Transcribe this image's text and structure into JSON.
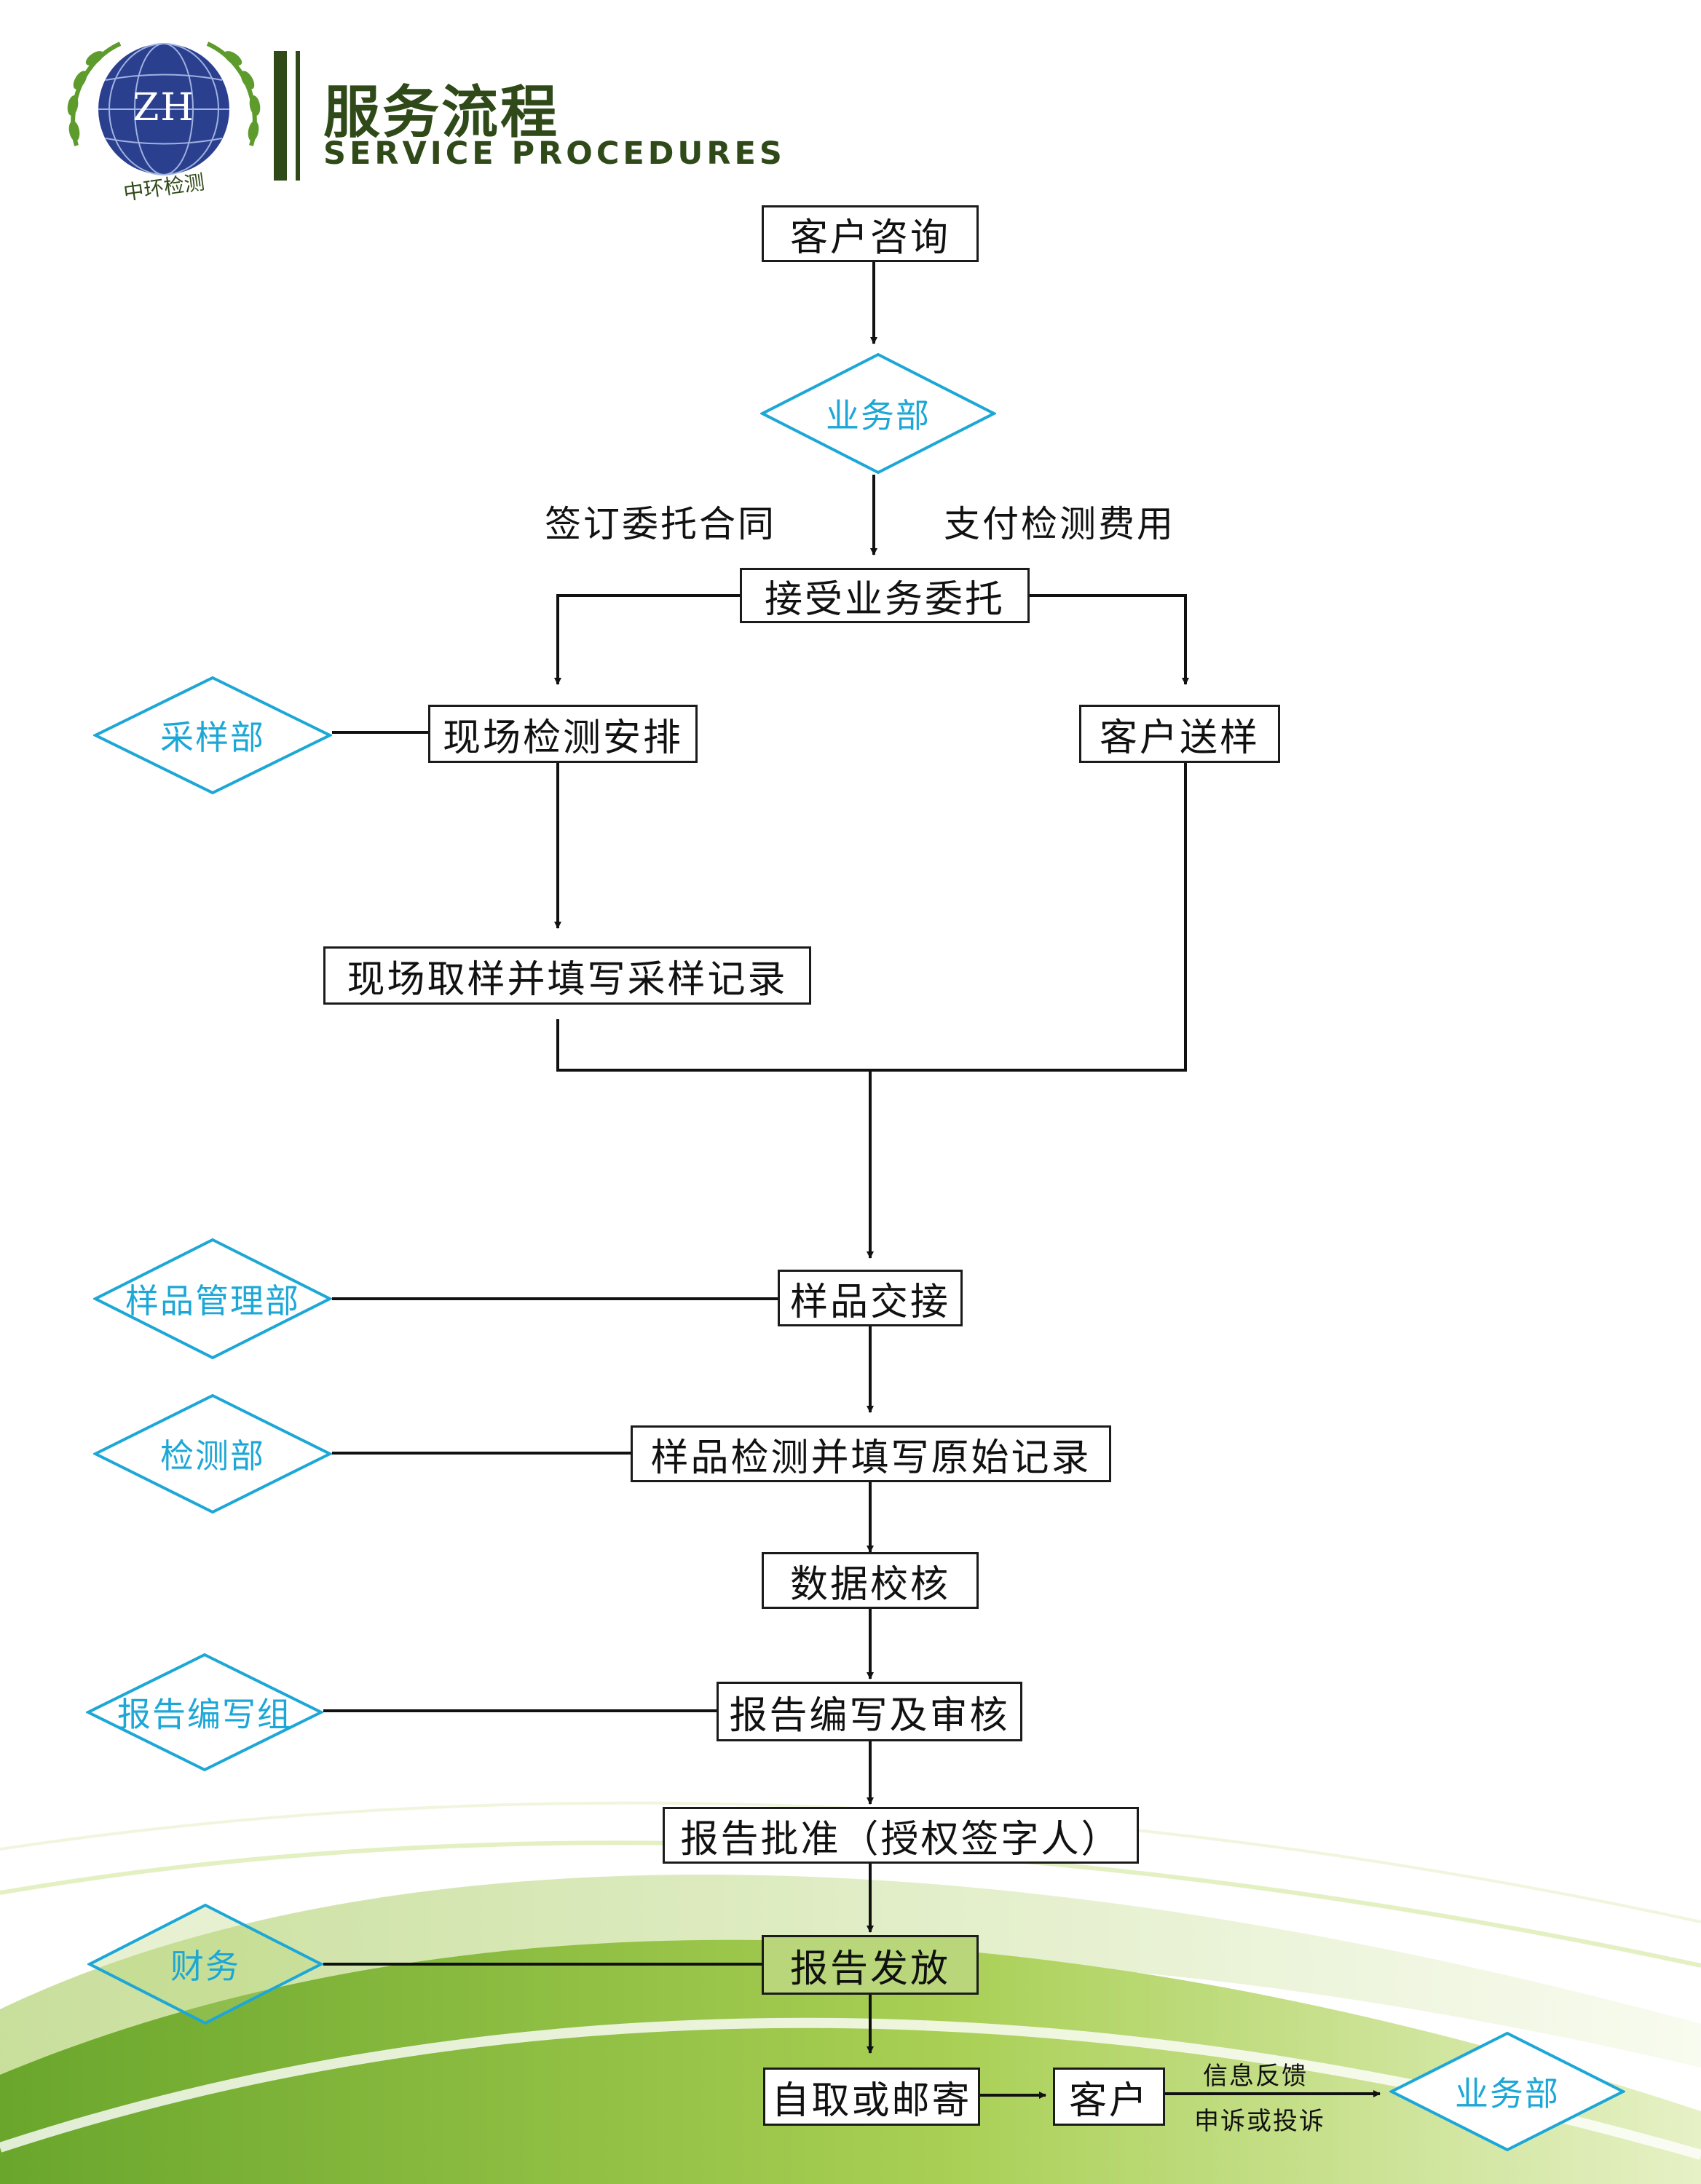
{
  "header": {
    "logo_text": "ZH",
    "logo_caption": "中环检测",
    "title_cn": "服务流程",
    "title_en": "SERVICE PROCEDURES"
  },
  "colors": {
    "accent_green": "#2f4a18",
    "diamond_blue": "#1da7d6",
    "highlight_green": "#b9d77a"
  },
  "flow": {
    "consult": "客户咨询",
    "business_dept": "业务部",
    "sign_contract": "签订委托合同",
    "pay_fee": "支付检测费用",
    "accept": "接受业务委托",
    "sampling_dept": "采样部",
    "onsite_arrange": "现场检测安排",
    "client_sample": "客户送样",
    "onsite_sampling": "现场取样并填写采样记录",
    "sample_mgmt_dept": "样品管理部",
    "sample_handover": "样品交接",
    "testing_dept": "检测部",
    "sample_testing": "样品检测并填写原始记录",
    "data_check": "数据校核",
    "report_group": "报告编写组",
    "report_write": "报告编写及审核",
    "report_approve": "报告批准（授权签字人）",
    "finance": "财务",
    "report_issue": "报告发放",
    "pickup_mail": "自取或邮寄",
    "client": "客户",
    "feedback": "信息反馈",
    "complaint": "申诉或投诉",
    "business_dept_end": "业务部"
  }
}
